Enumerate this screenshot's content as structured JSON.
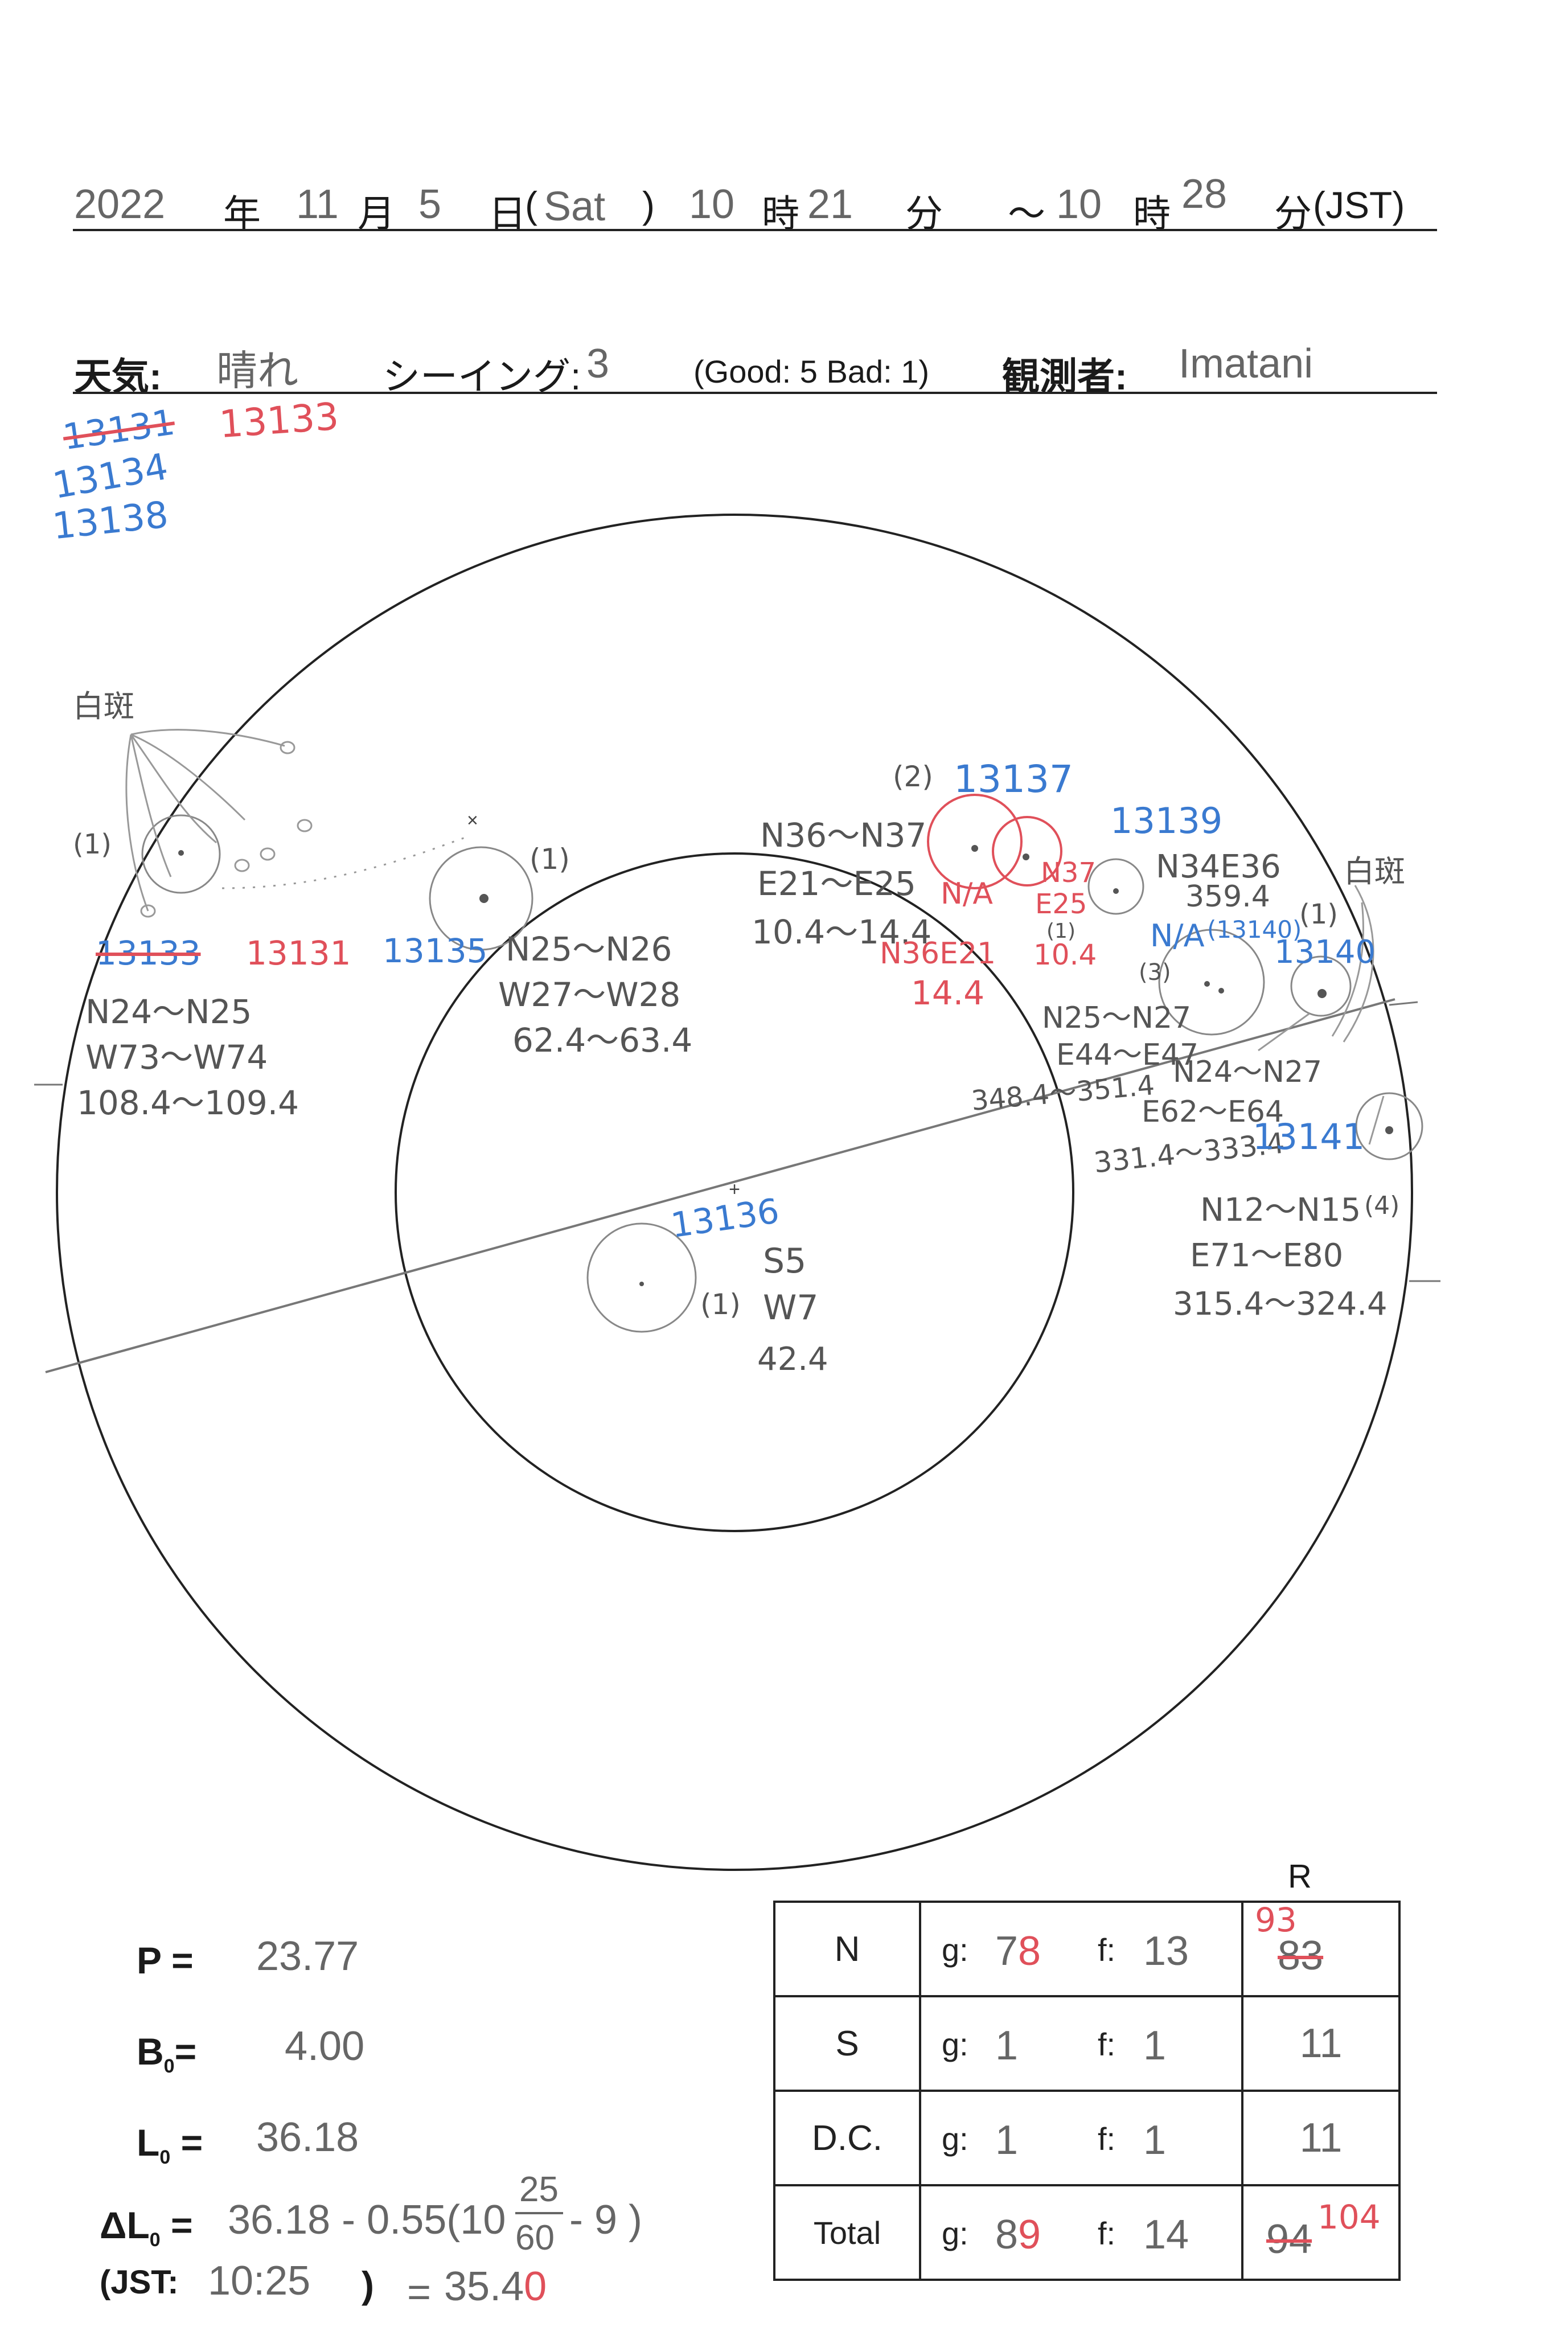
{
  "header": {
    "year": "2022",
    "year_unit": "年",
    "month": "11",
    "month_unit": "月",
    "day": "5",
    "day_unit": "日",
    "weekday": "Sat",
    "start_hour": "10",
    "hour_unit": "時",
    "start_min": "21",
    "min_unit": "分",
    "tilde": "～",
    "end_hour": "10",
    "end_hour_unit": "時",
    "end_min": "28",
    "end_min_unit": "分",
    "tz": "(JST)",
    "weather_label": "天気:",
    "weather_value": "晴れ",
    "seeing_label": "シーイング:",
    "seeing_value": "3",
    "seeing_scale": "(Good: 5  Bad: 1)",
    "observer_label": "観測者:",
    "observer_value": "Imatani"
  },
  "corner_notes": {
    "struck": "13131",
    "red": "13133",
    "blue": [
      "13134",
      "13138"
    ]
  },
  "sunspot_groups": [
    {
      "count": "(1)",
      "region_struck": "13133",
      "region_red": "13131",
      "lat": "N24～N25",
      "lon": "W73～W74",
      "range": "108.4～109.4"
    },
    {
      "count": "(1)",
      "region_blue": "13135",
      "lat": "N25～N26",
      "lon": "W27～W28",
      "range": "62.4～63.4"
    },
    {
      "count": "(2)",
      "region_blue": "13137",
      "lat": "N36～N37",
      "lon": "E21～E25",
      "range": "10.4～14.4",
      "na_red": "N/A"
    },
    {
      "count": "(1)",
      "region_red": "N36E21",
      "red_value": "14.4",
      "lat": "N37",
      "lon": "E25",
      "range": "10.4"
    },
    {
      "count": "(3)",
      "region_blue": "13139",
      "lat": "N34E36",
      "range": "359.4",
      "na_blue": "N/A",
      "region_blue2": "(13140)"
    },
    {
      "count": "(1)",
      "region_blue": "13140",
      "lat": "N25～N27",
      "lon": "E44～E47",
      "range": "348.4～351.4"
    },
    {
      "lat": "N24～N27",
      "lon": "E62～E64",
      "range": "331.4～333.4",
      "region_blue": "13141"
    },
    {
      "count": "(4)",
      "lat": "N12～N15",
      "lon": "E71～E80",
      "range": "315.4～324.4"
    },
    {
      "count": "(1)",
      "region_blue": "13136",
      "lat": "S5",
      "lon": "W7",
      "range": "42.4"
    }
  ],
  "faculae_labels": [
    "白斑",
    "白斑"
  ],
  "params": {
    "P_label": "P =",
    "P_value": "23.77",
    "B0_label": "B",
    "B0_sub": "0",
    "B0_eq": "=",
    "B0_value": "4.00",
    "L0_label": "L",
    "L0_sub": "0",
    "L0_eq": "=",
    "L0_value": "36.18",
    "dL0_label": "ΔL",
    "dL0_sub": "0",
    "dL0_eq": "=",
    "dL0_expr_pre": "36.18 - 0.55(10",
    "dL0_num": "25",
    "dL0_den": "60",
    "dL0_expr_post": "- 9 )",
    "jst_label": "(JST:",
    "jst_value": "10:25",
    "jst_close": ")",
    "result_eq": "=",
    "result_value": "35.4",
    "result_red_digit": "0"
  },
  "table": {
    "r_header": "R",
    "g_label": "g:",
    "f_label": "f:",
    "rows": [
      {
        "label": "N",
        "g_old": "7",
        "g_new": "8",
        "f": "13",
        "r_old": "83",
        "r_new": "93"
      },
      {
        "label": "S",
        "g": "1",
        "f": "1",
        "r": "11"
      },
      {
        "label": "D.C.",
        "g": "1",
        "f": "1",
        "r": "11"
      },
      {
        "label": "Total",
        "g_old": "8",
        "g_new": "9",
        "f": "14",
        "r_old": "94",
        "r_new": "104"
      }
    ]
  },
  "colors": {
    "ink": "#1a1a1a",
    "pencil": "#666666",
    "red": "#e0505a",
    "blue": "#3a7ad0"
  }
}
